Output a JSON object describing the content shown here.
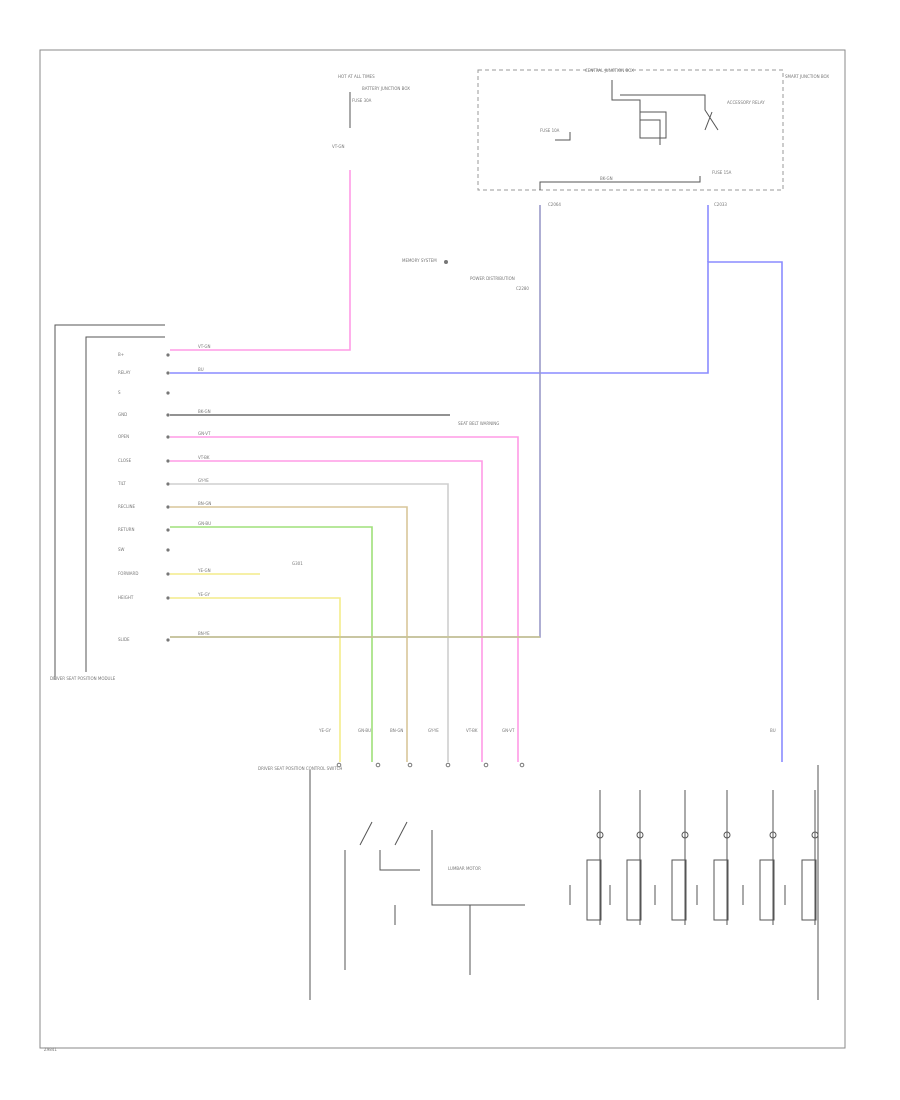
{
  "diagram": {
    "footer_code": "Z9841",
    "colors": {
      "pink": "#ff9be6",
      "blue": "#8a8cff",
      "dark": "#6f6f6f",
      "yellow": "#f3ec8a",
      "green": "#9fe07a",
      "tan": "#d9c69a",
      "gray": "#cfcfcf",
      "olive": "#c8c48c",
      "purple": "#9a9ac8"
    },
    "modules": {
      "dsp_module": "DRIVER SEAT POSITION MODULE",
      "dsp_control_switch": "DRIVER SEAT POSITION CONTROL SWITCH",
      "central_junction_box": "CENTRAL JUNCTION BOX",
      "smart_junction_box": "SMART JUNCTION BOX",
      "accessory_relay": "ACCESSORY RELAY",
      "hot_at_all_times": "HOT AT ALL TIMES",
      "battery_junction_box": "BATTERY JUNCTION BOX",
      "power_distribution": "POWER DISTRIBUTION",
      "lumbar_motor": "LUMBAR MOTOR"
    },
    "fuses": {
      "f1": "FUSE 30A",
      "f2": "FUSE 10A",
      "f3": "FUSE 15A"
    },
    "connectors": {
      "c1": "C2064",
      "c2": "C2033",
      "c3": "C2280"
    },
    "pin_labels": [
      "B+",
      "RELAY",
      "S",
      "GND",
      "OPEN",
      "CLOSE",
      "TILT",
      "RECLINE",
      "RETURN",
      "SW",
      "FORWARD",
      "HEIGHT",
      "SLIDE"
    ],
    "wire_labels": {
      "w_bplus": "VT-GN",
      "w_relay": "BU",
      "w_gnd": "BK-GN",
      "w_open": "GN-VT",
      "w_close": "VT-BK",
      "w_tilt": "GY-YE",
      "w_recline": "BN-GN",
      "w_return": "GN-BU",
      "w_forward": "YE-GN",
      "w_height": "YE-GY",
      "w_slide": "BN-YE"
    },
    "notes": {
      "ground_ref": "G301",
      "seat_belt_ref": "SEAT BELT WARNING",
      "memory_ref": "MEMORY SYSTEM"
    }
  }
}
